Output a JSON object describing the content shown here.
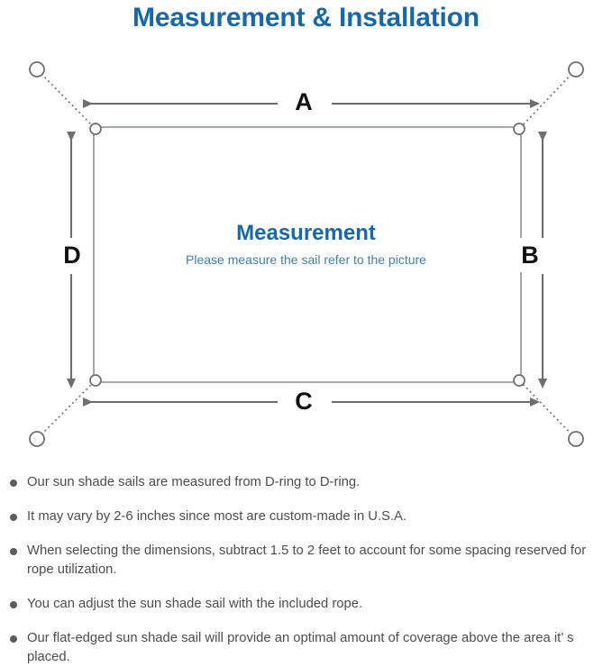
{
  "header": {
    "title": "Measurement & Installation",
    "title_color": "#1668ac"
  },
  "diagram": {
    "center_title": "Measurement",
    "center_subtitle": "Please measure the sail refer to the picture",
    "center_title_color": "#1668ac",
    "center_subtitle_color": "#3f7ea8",
    "line_color": "#6e6e6e",
    "sail_color": "#8a8f96",
    "labels": {
      "top": "A",
      "right": "B",
      "bottom": "C",
      "left": "D"
    },
    "anchor_count": 4,
    "dring_count": 4
  },
  "notes": {
    "items": [
      "Our sun shade sails are measured from D-ring to D-ring.",
      "It may vary by 2-6 inches since most are custom-made in U.S.A.",
      "When selecting the dimensions, subtract 1.5 to 2 feet to account for some spacing reserved for rope utilization.",
      "You can adjust the sun shade sail with the included rope.",
      "Our flat-edged sun shade sail will provide an optimal amount of coverage above the area it’ s placed.",
      ""
    ]
  }
}
